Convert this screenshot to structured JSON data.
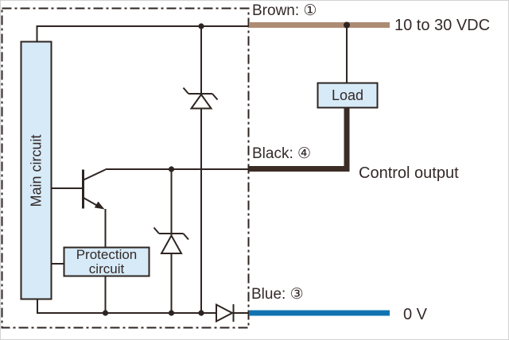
{
  "colors": {
    "line": "#2e2522",
    "text": "#332928",
    "box_fill": "#d7eaf7",
    "brown_wire": "#ad8b72",
    "black_wire": "#3b2d26",
    "blue_wire": "#1174b2"
  },
  "boxes": {
    "main_circuit": "Main circuit",
    "protection_line1": "Protection",
    "protection_line2": "circuit",
    "load": "Load"
  },
  "wires": {
    "brown_label": "Brown: ①",
    "brown_terminal": "10 to 30 VDC",
    "black_label": "Black: ④",
    "black_terminal": "Control output",
    "blue_label": "Blue: ③",
    "blue_terminal": "0 V"
  }
}
